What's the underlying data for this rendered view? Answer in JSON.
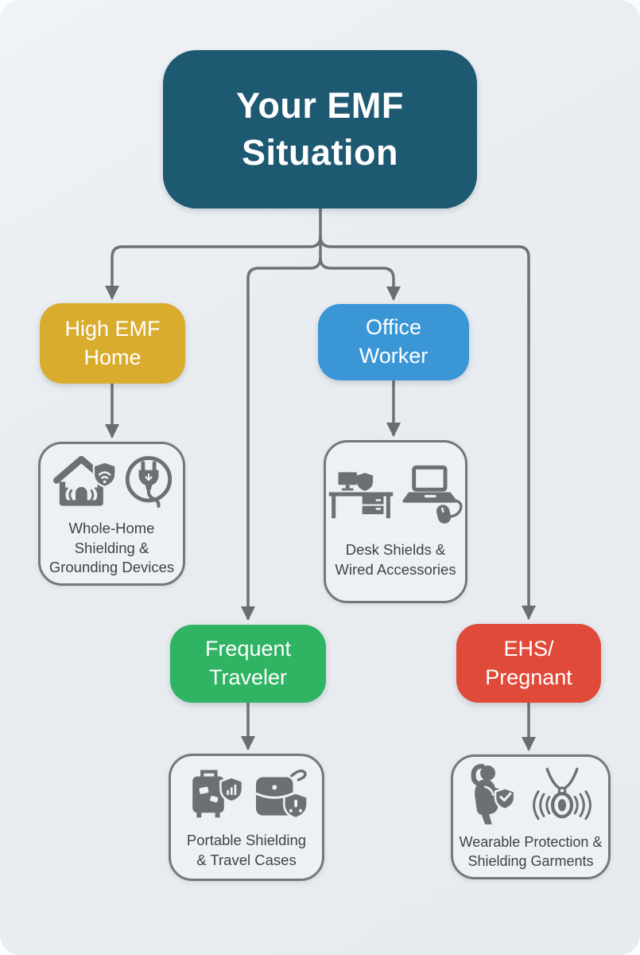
{
  "page": {
    "background": "#fbfcfe",
    "card_background": "#e9edf1"
  },
  "diagram": {
    "root": {
      "label": "Your EMF Situation",
      "lines": [
        "Your EMF",
        "Situation"
      ],
      "bg": "#1e5972",
      "text_color": "#ffffff"
    },
    "branches": [
      {
        "id": "high-emf-home",
        "label": "High EMF Home",
        "lines": [
          "High EMF",
          "Home"
        ],
        "bg": "#d9ac2e"
      },
      {
        "id": "office-worker",
        "label": "Office Worker",
        "lines": [
          "Office",
          "Worker"
        ],
        "bg": "#3b96d5"
      },
      {
        "id": "frequent-traveler",
        "label": "Frequent Traveler",
        "lines": [
          "Frequent",
          "Traveler"
        ],
        "bg": "#2fb464"
      },
      {
        "id": "ehs-pregnant",
        "label": "EHS/Pregnant",
        "lines": [
          "EHS/",
          "Pregnant"
        ],
        "bg": "#e04b39"
      }
    ],
    "leaves": [
      {
        "id": "whole-home",
        "label": "Whole-Home Shielding & Grounding Devices",
        "lines": [
          "Whole-Home",
          "Shielding &",
          "Grounding Devices"
        ],
        "icons": [
          "shielded-home-icon",
          "grounding-plug-icon"
        ]
      },
      {
        "id": "desk",
        "label": "Desk Shields & Wired Accessories",
        "lines": [
          "Desk Shields &",
          "Wired Accessories"
        ],
        "icons": [
          "desk-shield-icon",
          "laptop-wired-mouse-icon"
        ]
      },
      {
        "id": "portable",
        "label": "Portable Shielding & Travel Cases",
        "lines": [
          "Portable Shielding",
          "& Travel Cases"
        ],
        "icons": [
          "shielded-luggage-icon",
          "travel-pouch-shield-icon"
        ]
      },
      {
        "id": "wearable",
        "label": "Wearable Protection & Shielding Garments",
        "lines": [
          "Wearable Protection &",
          "Shielding Garments"
        ],
        "icons": [
          "pregnant-protection-icon",
          "shielded-pendant-icon"
        ]
      }
    ],
    "edges": [
      {
        "from": "Your EMF Situation",
        "to": "High EMF Home"
      },
      {
        "from": "Your EMF Situation",
        "to": "Office Worker"
      },
      {
        "from": "Your EMF Situation",
        "to": "Frequent Traveler"
      },
      {
        "from": "Your EMF Situation",
        "to": "EHS/Pregnant"
      },
      {
        "from": "High EMF Home",
        "to": "Whole-Home Shielding & Grounding Devices"
      },
      {
        "from": "Office Worker",
        "to": "Desk Shields & Wired Accessories"
      },
      {
        "from": "Frequent Traveler",
        "to": "Portable Shielding & Travel Cases"
      },
      {
        "from": "EHS/Pregnant",
        "to": "Wearable Protection & Shielding Garments"
      }
    ],
    "colors": {
      "connector": "#6d7276",
      "arrowhead": "#686d71",
      "leaf_border": "#73787b",
      "leaf_bg": "#eef1f4",
      "leaf_text": "#3e4347",
      "icon": "#6b7074"
    }
  }
}
